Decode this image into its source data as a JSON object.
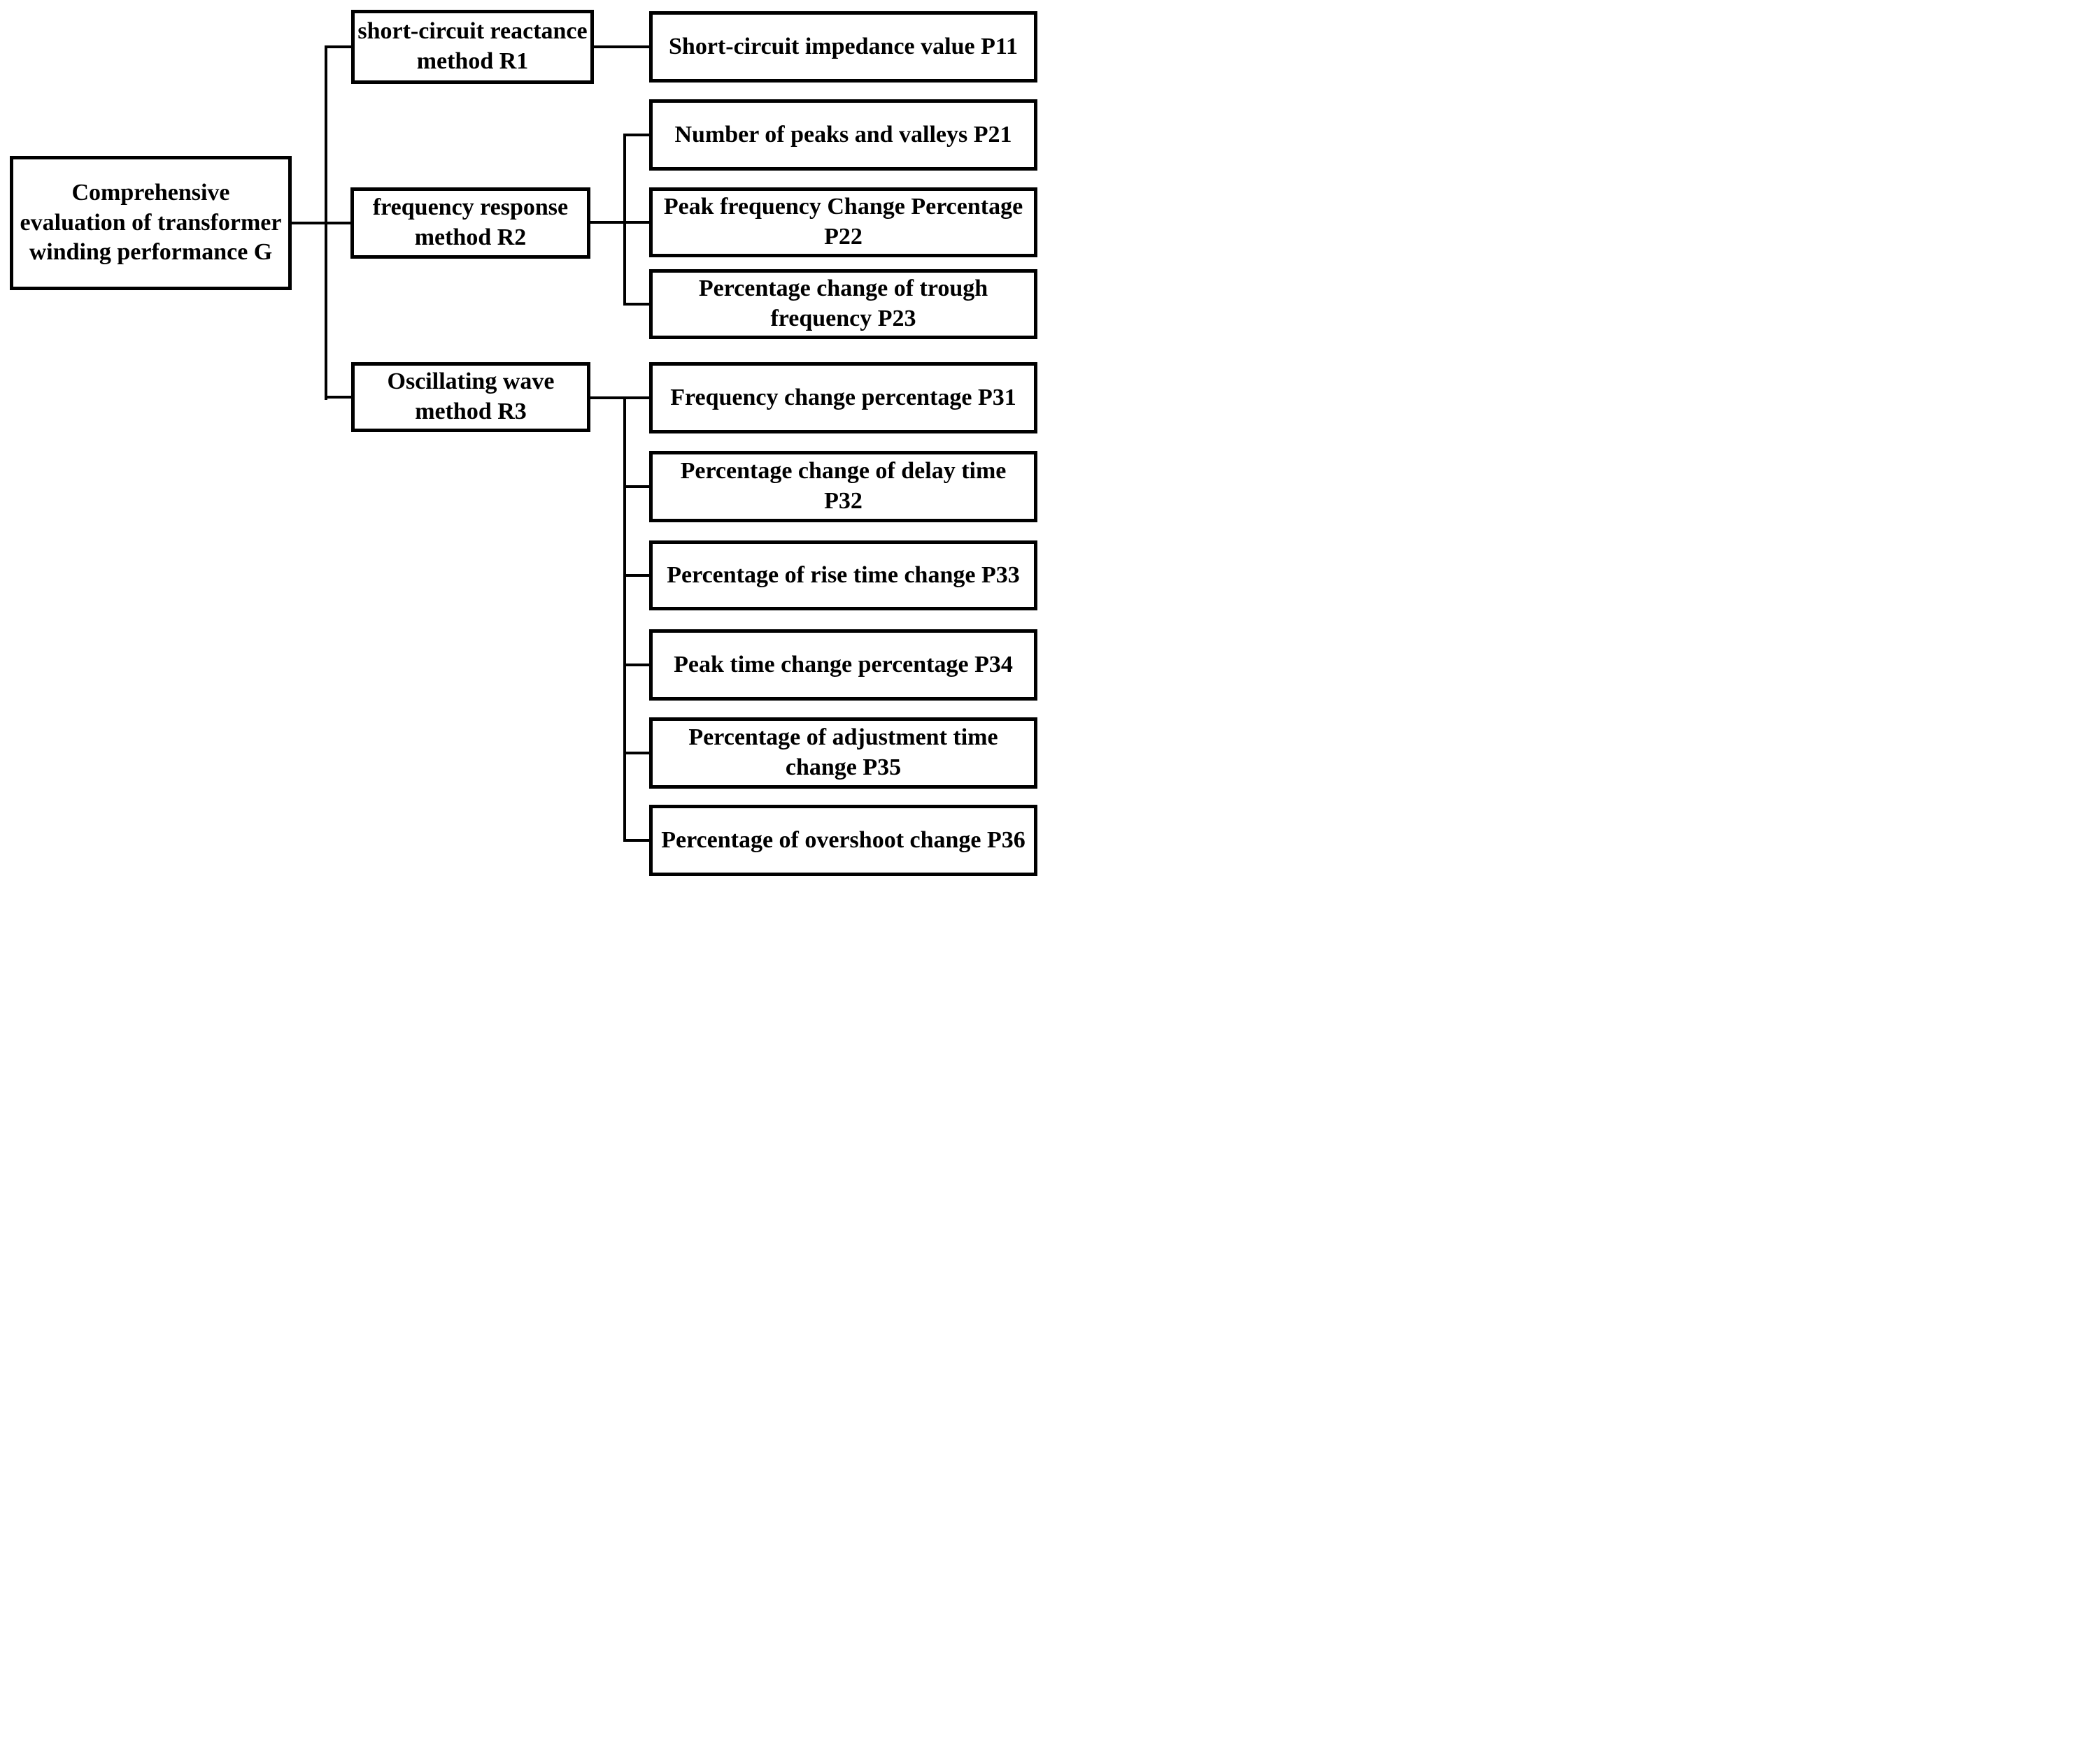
{
  "figure": {
    "type": "hierarchy-diagram",
    "background_color": "#ffffff",
    "line_color": "#000000",
    "text_color": "#000000",
    "goal": {
      "label": "Comprehensive\nevaluation of transformer\nwinding performance  G"
    },
    "criteria": [
      {
        "label": "short-circuit reactance\nmethod R1"
      },
      {
        "label": "frequency response\nmethod R2"
      },
      {
        "label": "Oscillating wave\nmethod R3"
      }
    ],
    "indicators": [
      {
        "label": "Short-circuit impedance value P11"
      },
      {
        "label": "Number of peaks and valleys P21"
      },
      {
        "label": "Peak frequency Change Percentage\nP22"
      },
      {
        "label": "Percentage change of trough\nfrequency P23"
      },
      {
        "label": "Frequency change percentage P31"
      },
      {
        "label": "Percentage change of delay time\nP32"
      },
      {
        "label": "Percentage of rise time change P33"
      },
      {
        "label": "Peak time change percentage P34"
      },
      {
        "label": "Percentage of adjustment time\nchange P35"
      },
      {
        "label": "Percentage of overshoot change P36"
      }
    ]
  }
}
